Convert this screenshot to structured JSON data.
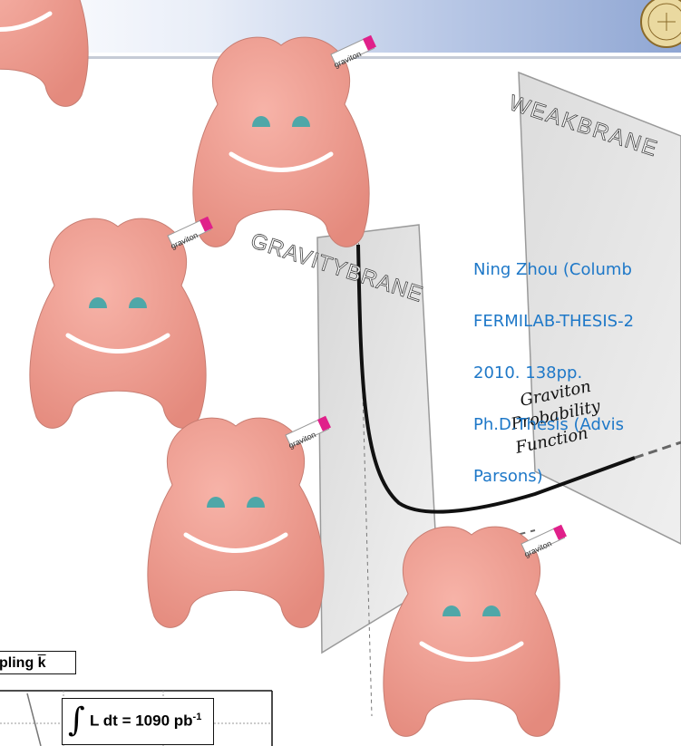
{
  "header": {
    "title_fragment": "ew"
  },
  "citation": {
    "lines": [
      "Ning Zhou (Columb",
      "FERMILAB-THESIS-2",
      "2010. 138pp.",
      "Ph.D.Thesis (Advis",
      "Parsons)"
    ]
  },
  "branes": {
    "weak": "WEAKBRANE",
    "gravity": "GRAVITYBRANE"
  },
  "curve_label": [
    "Graviton",
    "Probability",
    "Function"
  ],
  "plush": {
    "tag_text": "graviton"
  },
  "plot": {
    "coupling_label": "pling",
    "coupling_symbol": "k",
    "lumi_text": "L dt = 1090 pb",
    "lumi_exponent": "-1"
  },
  "colors": {
    "plush": "#f2a095",
    "eye": "#4fa7a8",
    "title": "#1a6a86",
    "citation": "#1e78c8"
  }
}
